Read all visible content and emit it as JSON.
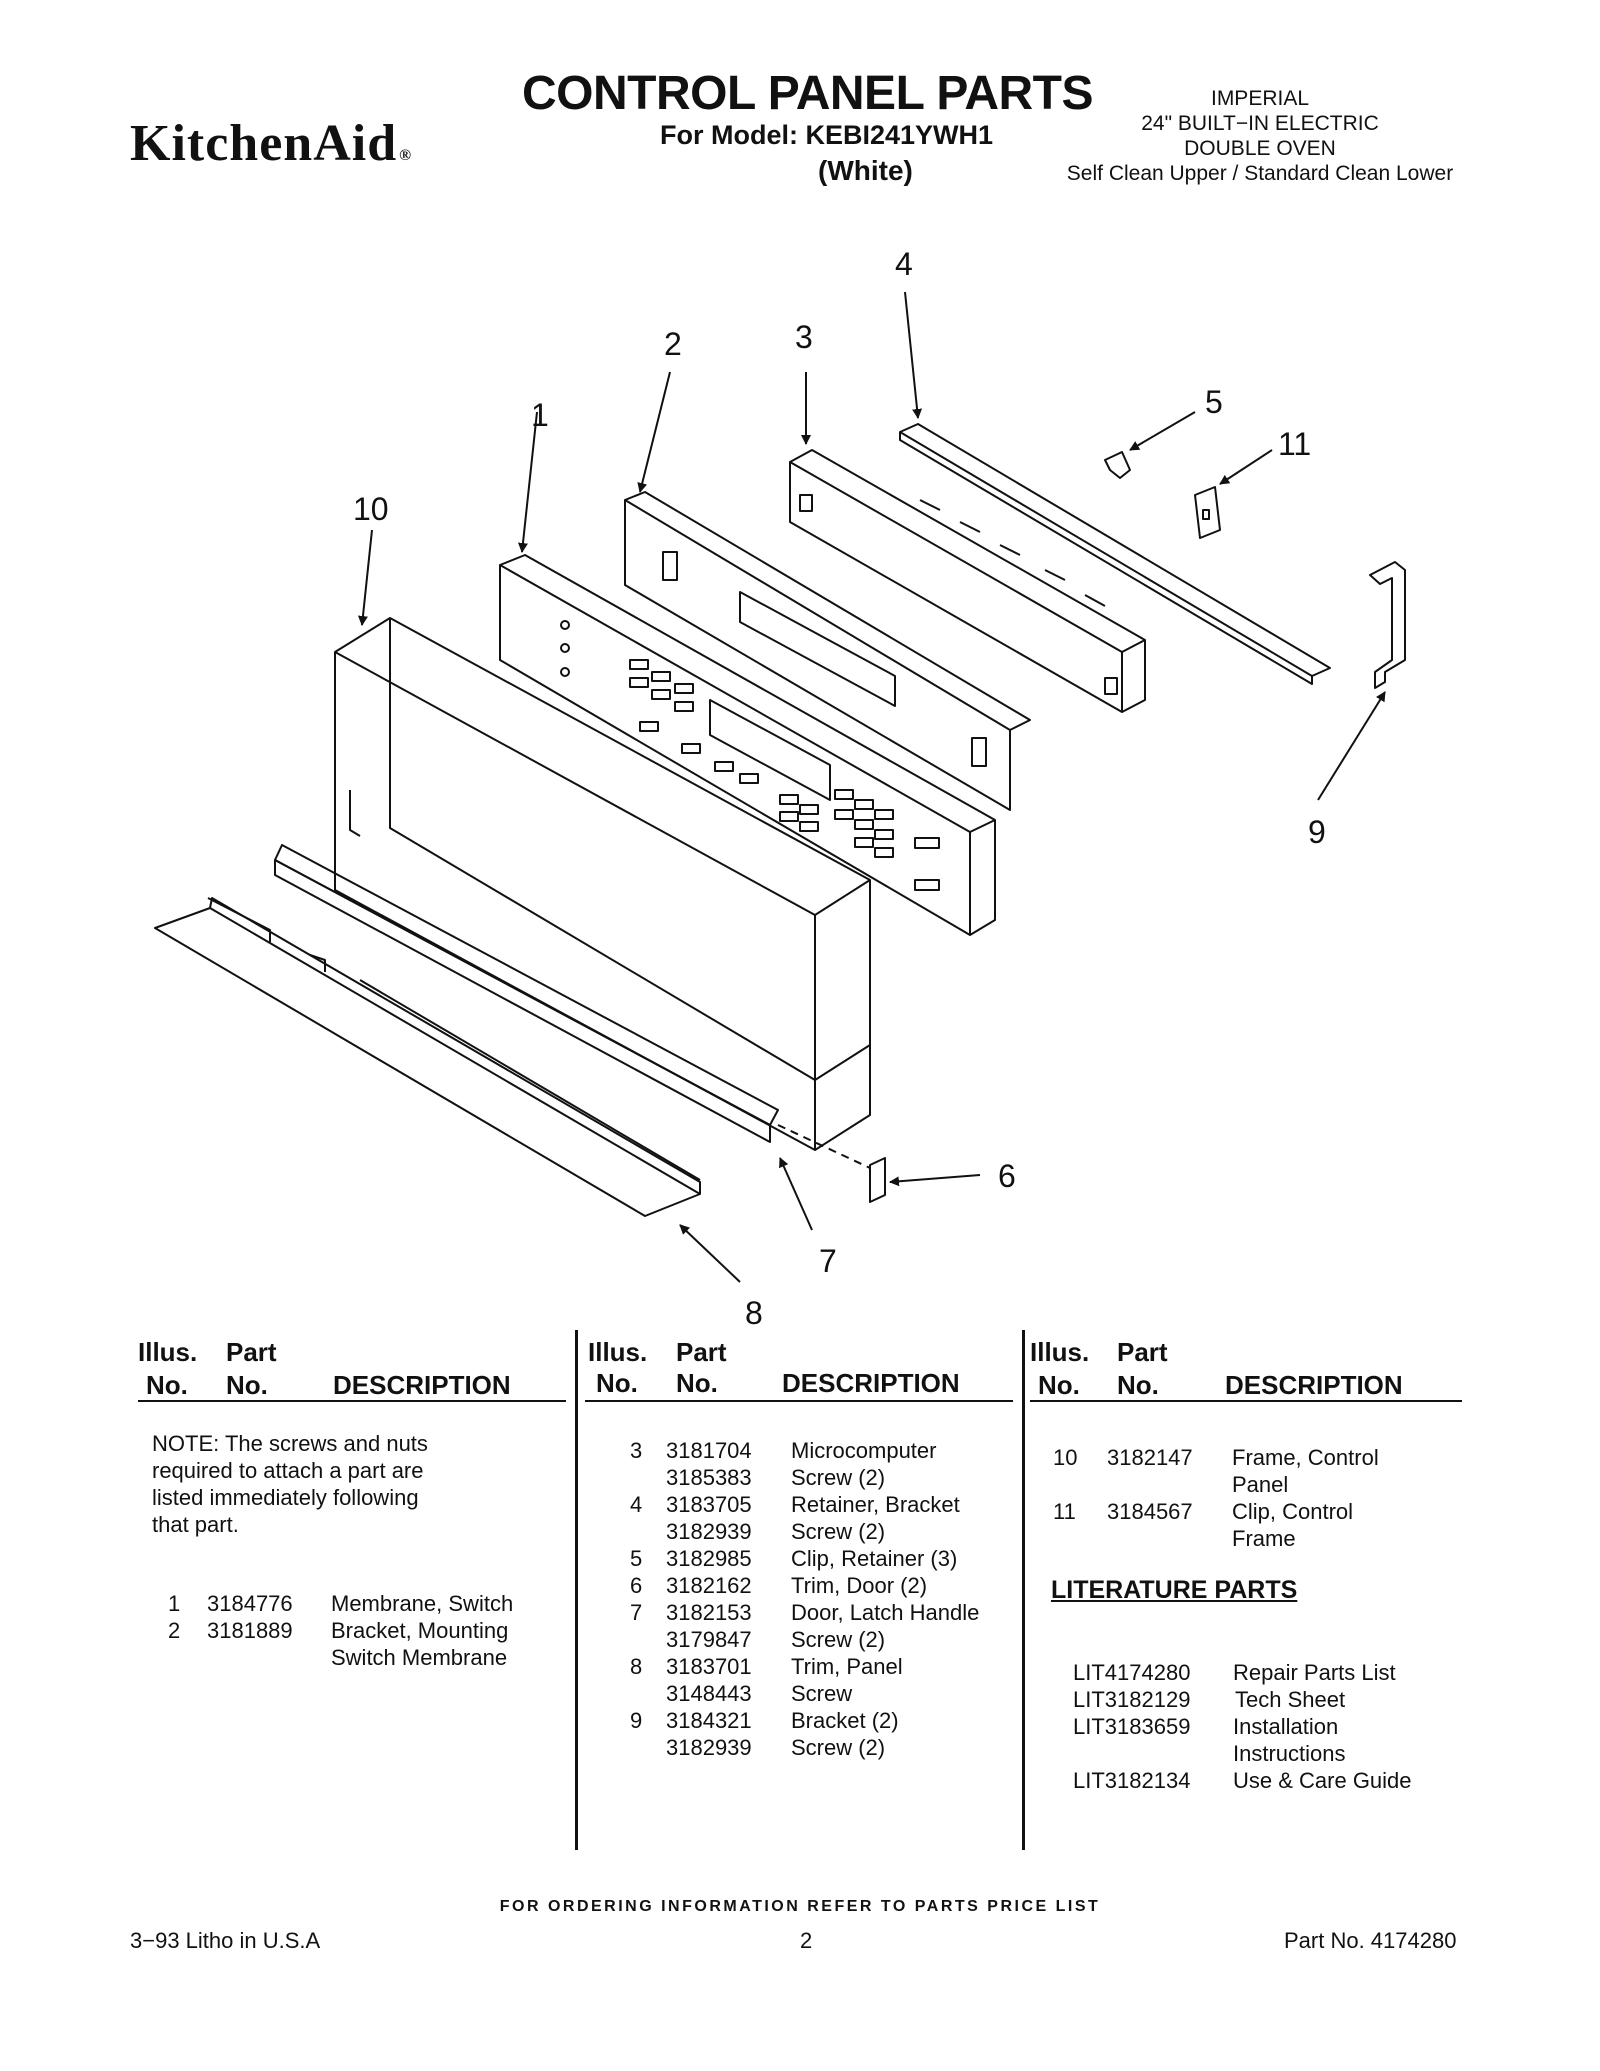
{
  "header": {
    "brand": "KitchenAid",
    "brand_mark": "®",
    "title": "CONTROL PANEL PARTS",
    "model_line": "For Model: KEBI241YWH1",
    "color_line": "(White)",
    "imperial_lines": [
      "IMPERIAL",
      "24\" BUILT−IN ELECTRIC",
      "DOUBLE OVEN",
      "Self Clean Upper / Standard Clean Lower"
    ]
  },
  "diagram": {
    "callouts": [
      "1",
      "2",
      "3",
      "4",
      "5",
      "6",
      "7",
      "8",
      "9",
      "10",
      "11"
    ]
  },
  "table": {
    "head_illus": "Illus.",
    "head_no": "No.",
    "head_part": "Part",
    "head_partno": "No.",
    "head_desc": "DESCRIPTION",
    "note_lines": [
      "NOTE: The screws and nuts",
      "required to attach a part are",
      "listed immediately following",
      "that part."
    ],
    "col1_rows": [
      {
        "illus": "1",
        "part": "3184776",
        "desc": "Membrane, Switch"
      },
      {
        "illus": "2",
        "part": "3181889",
        "desc": "Bracket, Mounting"
      },
      {
        "illus": "",
        "part": "",
        "desc": "Switch Membrane"
      }
    ],
    "col2_rows": [
      {
        "illus": "3",
        "part": "3181704",
        "desc": "Microcomputer"
      },
      {
        "illus": "",
        "part": "3185383",
        "desc": "Screw (2)"
      },
      {
        "illus": "4",
        "part": "3183705",
        "desc": "Retainer, Bracket"
      },
      {
        "illus": "",
        "part": "3182939",
        "desc": "Screw (2)"
      },
      {
        "illus": "5",
        "part": "3182985",
        "desc": "Clip, Retainer (3)"
      },
      {
        "illus": "6",
        "part": "3182162",
        "desc": "Trim, Door (2)"
      },
      {
        "illus": "7",
        "part": "3182153",
        "desc": "Door, Latch Handle"
      },
      {
        "illus": "",
        "part": "3179847",
        "desc": "Screw (2)"
      },
      {
        "illus": "8",
        "part": "3183701",
        "desc": "Trim, Panel"
      },
      {
        "illus": "",
        "part": "3148443",
        "desc": "Screw"
      },
      {
        "illus": "9",
        "part": "3184321",
        "desc": "Bracket (2)"
      },
      {
        "illus": "",
        "part": "3182939",
        "desc": "Screw (2)"
      }
    ],
    "col3_rows": [
      {
        "illus": "10",
        "part": "3182147",
        "desc": "Frame, Control"
      },
      {
        "illus": "",
        "part": "",
        "desc": "Panel"
      },
      {
        "illus": "11",
        "part": "3184567",
        "desc": "Clip, Control"
      },
      {
        "illus": "",
        "part": "",
        "desc": "Frame"
      }
    ],
    "literature_title": "LITERATURE PARTS",
    "literature_rows": [
      {
        "part": "LIT4174280",
        "desc": "Repair Parts List"
      },
      {
        "part": "LIT3182129",
        "desc": "Tech Sheet"
      },
      {
        "part": "LIT3183659",
        "desc": "Installation"
      },
      {
        "part": "",
        "desc": "Instructions"
      },
      {
        "part": "LIT3182134",
        "desc": "Use & Care Guide"
      }
    ]
  },
  "footer": {
    "ordering_note": "FOR ORDERING INFORMATION REFER TO PARTS PRICE LIST",
    "litho": "3−93  Litho in U.S.A",
    "page_number": "2",
    "part_number": "Part No. 4174280"
  }
}
